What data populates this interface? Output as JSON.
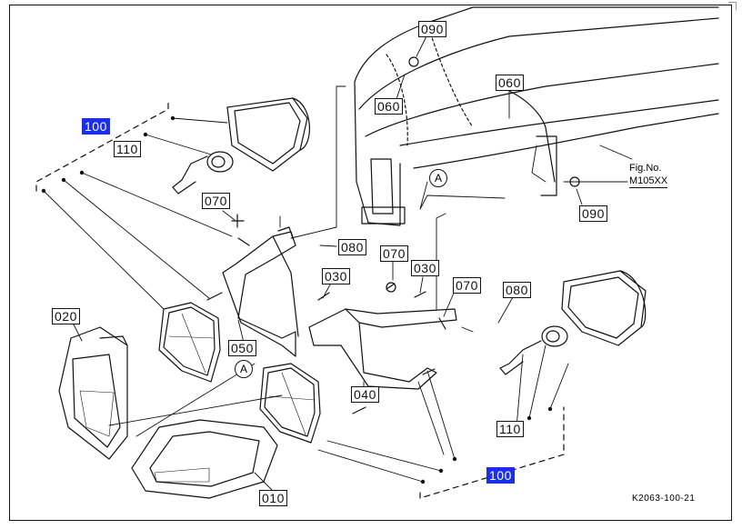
{
  "labels": {
    "p100_top": "100",
    "p110_top": "110",
    "p070_a": "070",
    "p090_top": "090",
    "p060_a": "060",
    "p060_b": "060",
    "p080_a": "080",
    "p070_b": "070",
    "p030_a": "030",
    "p030_b": "030",
    "p070_c": "070",
    "p080_b": "080",
    "p090_right": "090",
    "p020": "020",
    "p050": "050",
    "p040": "040",
    "p110_bottom": "110",
    "p100_bottom": "100",
    "p010": "010"
  },
  "ref_marks": {
    "a1": "A",
    "a2": "A"
  },
  "fig": {
    "label": "Fig.No.",
    "value": "M105XX"
  },
  "drawing_code": "K2063-100-21",
  "colors": {
    "highlight": "#1c2fe8",
    "ink": "#111111"
  }
}
